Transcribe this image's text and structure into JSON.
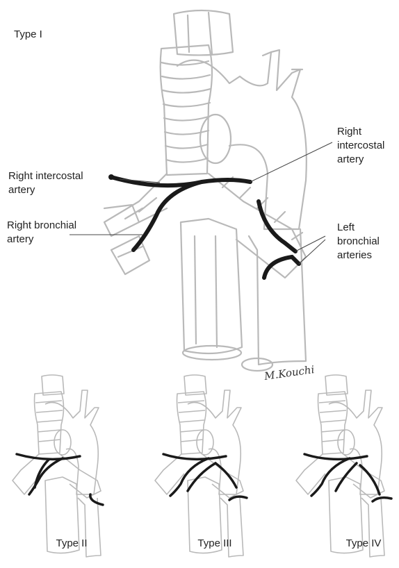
{
  "main": {
    "type_label": "Type I",
    "labels": {
      "right_intercostal_left": [
        "Right intercostal",
        "artery"
      ],
      "right_bronchial": [
        "Right bronchial",
        "artery"
      ],
      "right_intercostal_right": [
        "Right",
        "intercostal",
        "artery"
      ],
      "left_bronchial": [
        "Left",
        "bronchial",
        "arteries"
      ]
    },
    "signature": "M.Kouchi"
  },
  "thumbnails": [
    {
      "caption": "Type II"
    },
    {
      "caption": "Type III"
    },
    {
      "caption": "Type IV"
    }
  ],
  "colors": {
    "outline": "#b9b9b9",
    "vessel": "#1a1a1a",
    "leader": "#444444"
  }
}
